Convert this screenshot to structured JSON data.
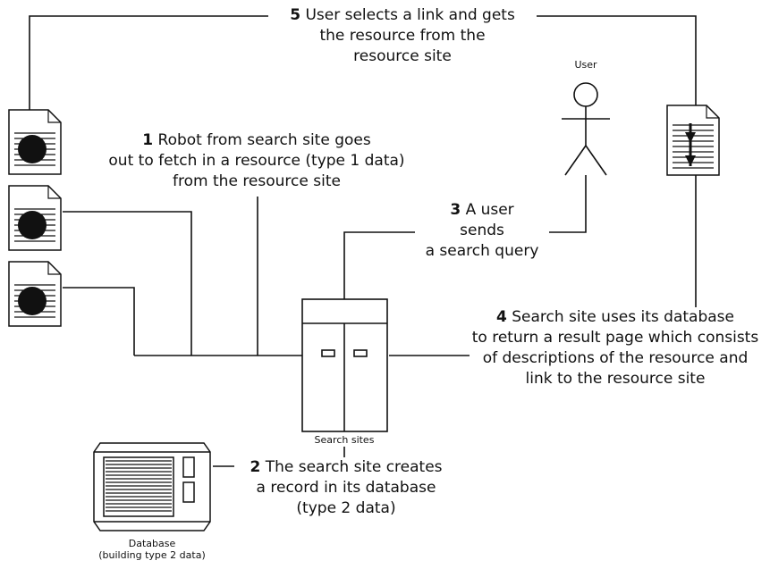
{
  "steps": {
    "step1": {
      "num": "1",
      "line1": "Robot from search site goes",
      "line2": "out to fetch in a resource (type 1 data)",
      "line3": "from the resource site"
    },
    "step2": {
      "num": "2",
      "line1": "The search site creates",
      "line2": "a record in its database",
      "line3": "(type 2 data)"
    },
    "step3": {
      "num": "3",
      "line1": "A user",
      "line2": "sends",
      "line3": "a search query"
    },
    "step4": {
      "num": "4",
      "line1": "Search site uses its database",
      "line2": "to return a result page which consists",
      "line3": "of descriptions of the resource and",
      "line4": "link to the resource site"
    },
    "step5": {
      "num": "5",
      "line1": "User selects a link and gets",
      "line2": "the resource from the",
      "line3": "resource site"
    }
  },
  "labels": {
    "user": "User",
    "search_sites": "Search sites",
    "database_line1": "Database",
    "database_line2": "(building type 2 data)"
  },
  "icons": {
    "resource_documents": [
      "document-icon",
      "document-icon",
      "document-icon"
    ],
    "result_page": "result-page-icon",
    "user": "stick-figure-icon",
    "server": "server-icon",
    "database": "database-icon"
  }
}
